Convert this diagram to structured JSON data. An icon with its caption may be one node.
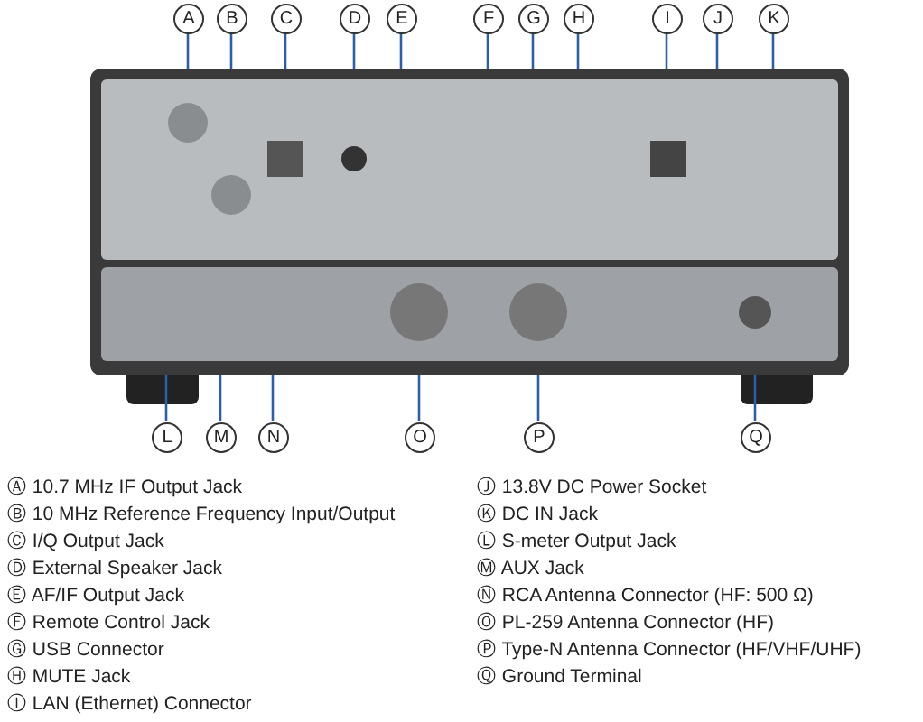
{
  "diagram": {
    "nodes": [
      {
        "text": [
          "A"
        ]
      },
      {
        "text": [
          "B"
        ]
      },
      {
        "text": [
          "C"
        ]
      },
      {
        "text": [
          "D"
        ]
      },
      {
        "text": [
          "E"
        ]
      },
      {
        "text": [
          "F"
        ]
      },
      {
        "text": [
          "G"
        ]
      },
      {
        "text": [
          "H"
        ]
      },
      {
        "text": [
          "I"
        ]
      },
      {
        "text": [
          "J"
        ]
      },
      {
        "text": [
          "K"
        ]
      },
      {
        "text": [
          "L"
        ]
      },
      {
        "text": [
          "M"
        ]
      },
      {
        "text": [
          "N"
        ]
      },
      {
        "text": [
          "O"
        ]
      },
      {
        "text": [
          "P"
        ]
      },
      {
        "text": [
          "Q"
        ]
      },
      {
        "text": [],
        "shape": "picture"
      }
    ],
    "edges": [
      {
        "from": 0,
        "to": 17,
        "arrow": "none"
      },
      {
        "from": 1,
        "to": 17,
        "arrow": "none"
      },
      {
        "from": 2,
        "to": 17,
        "arrow": "none"
      },
      {
        "from": 3,
        "to": 17,
        "arrow": "none"
      },
      {
        "from": 4,
        "to": 17,
        "arrow": "none"
      },
      {
        "from": 5,
        "to": 17,
        "arrow": "none"
      },
      {
        "from": 6,
        "to": 17,
        "arrow": "none"
      },
      {
        "from": 7,
        "to": 17,
        "arrow": "none"
      },
      {
        "from": 8,
        "to": 17,
        "arrow": "none"
      },
      {
        "from": 9,
        "to": 17,
        "arrow": "none"
      },
      {
        "from": 10,
        "to": 17,
        "arrow": "none"
      },
      {
        "from": 11,
        "to": 17,
        "arrow": "none"
      },
      {
        "from": 12,
        "to": 17,
        "arrow": "none"
      },
      {
        "from": 13,
        "to": 17,
        "arrow": "none"
      },
      {
        "from": 14,
        "to": 17,
        "arrow": "none"
      },
      {
        "from": 15,
        "to": 17,
        "arrow": "none"
      },
      {
        "from": 16,
        "to": 17,
        "arrow": "none"
      }
    ],
    "labels": [
      "Ⓐ 10.7 MHz IF Output Jack",
      "Ⓑ 10 MHz Reference Frequency Input/Output",
      "Ⓒ I/Q Output Jack",
      "Ⓓ External Speaker Jack",
      "Ⓔ AF/IF Output Jack",
      "Ⓕ Remote Control Jack",
      "Ⓖ USB Connector",
      "Ⓗ MUTE Jack",
      "Ⓘ LAN (Ethernet) Connector",
      "Ⓙ 13.8V DC Power Socket",
      "Ⓚ DC IN Jack",
      "Ⓛ S-meter Output Jack",
      "Ⓜ AUX Jack",
      "Ⓝ RCA Antenna Connector (HF: 500 Ω)",
      "Ⓞ PL-259 Antenna Connector (HF)",
      "Ⓟ Type-N Antenna Connector (HF/VHF/UHF)",
      "Ⓠ Ground Terminal"
    ]
  }
}
